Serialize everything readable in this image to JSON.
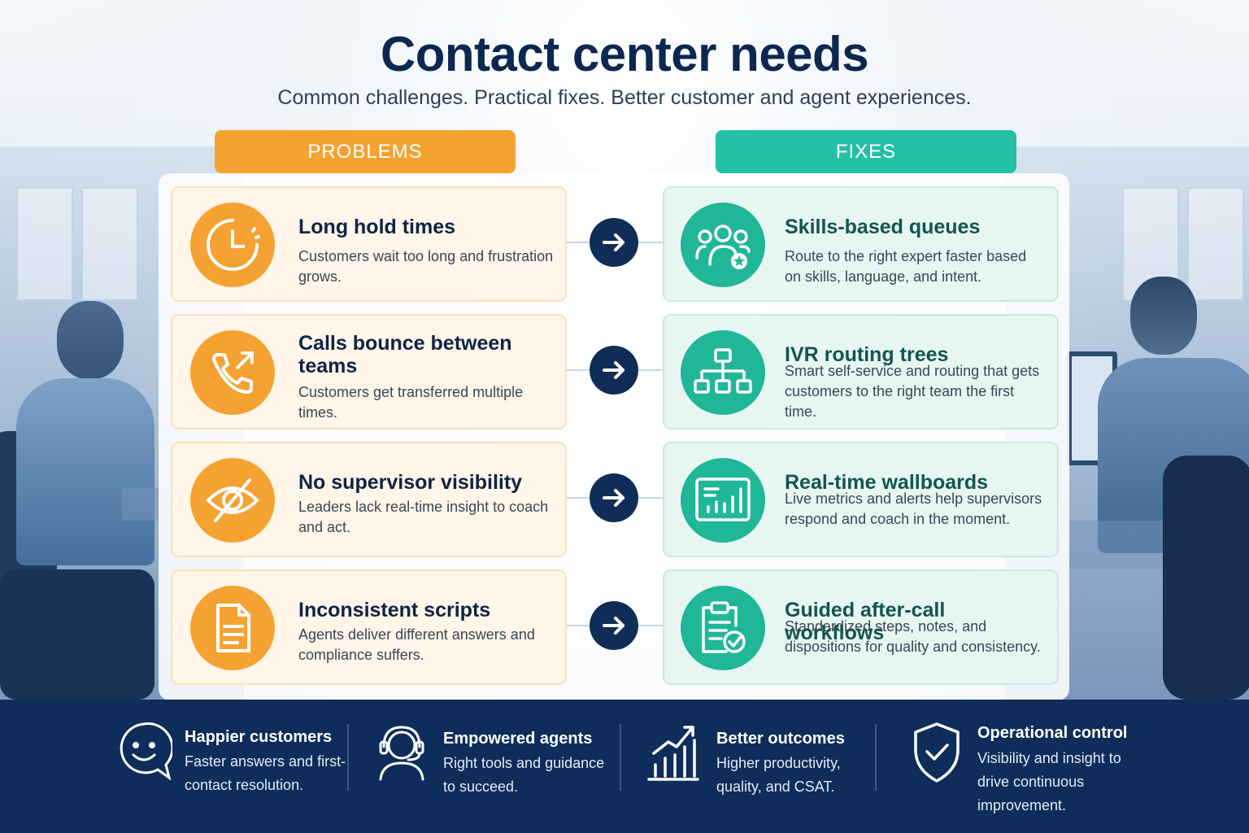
{
  "header": {
    "title": "Contact center needs",
    "subtitle": "Common challenges. Practical fixes. Better customer and agent experiences."
  },
  "columns": {
    "problems_label": "PROBLEMS",
    "fixes_label": "FIXES"
  },
  "problems": [
    {
      "title": "Long hold times",
      "desc": "Customers wait too long and frustration grows.",
      "icon": "clock-icon"
    },
    {
      "title": "Calls bounce between teams",
      "desc": "Customers get transferred multiple times.",
      "icon": "phone-transfer-icon"
    },
    {
      "title": "No supervisor visibility",
      "desc": "Leaders lack real-time insight to coach and act.",
      "icon": "eye-slash-icon"
    },
    {
      "title": "Inconsistent scripts",
      "desc": "Agents deliver different answers and compliance suffers.",
      "icon": "document-icon"
    }
  ],
  "fixes": [
    {
      "title": "Skills-based queues",
      "desc": "Route to the right expert faster based on skills, language, and intent.",
      "icon": "team-star-icon"
    },
    {
      "title": "IVR routing trees",
      "desc": "Smart self-service and routing that gets customers to the right team the first time.",
      "icon": "routing-tree-icon"
    },
    {
      "title": "Real-time wallboards",
      "desc": "Live metrics and alerts help supervisors respond and coach in the moment.",
      "icon": "dashboard-chart-icon"
    },
    {
      "title": "Guided after-call workflows",
      "desc": "Standardized steps, notes, and dispositions for quality and consistency.",
      "icon": "clipboard-check-icon"
    }
  ],
  "benefits": [
    {
      "title": "Happier customers",
      "desc": "Faster answers and first-contact resolution.",
      "icon": "smiley-chat-icon"
    },
    {
      "title": "Empowered agents",
      "desc": "Right tools and guidance to succeed.",
      "icon": "headset-agent-icon"
    },
    {
      "title": "Better outcomes",
      "desc": "Higher productivity, quality, and CSAT.",
      "icon": "growth-chart-icon"
    },
    {
      "title": "Operational control",
      "desc": "Visibility and insight to drive continuous improvement.",
      "icon": "shield-check-icon"
    }
  ],
  "colors": {
    "problem_accent": "#f5a233",
    "fix_accent": "#20b799",
    "navy": "#0e2d5a"
  }
}
